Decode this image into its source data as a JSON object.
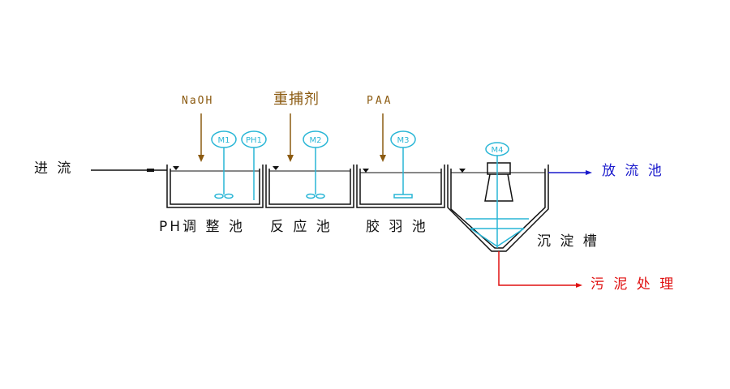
{
  "colors": {
    "structure": "#111111",
    "equipment": "#29b6d6",
    "dosing": "#8b5a10",
    "outflow": "#1a1acc",
    "sludge": "#e01010"
  },
  "inflow": {
    "label": "进 流"
  },
  "outflow": {
    "label": "放 流 池"
  },
  "sludge": {
    "label": "污 泥 处 理"
  },
  "chemicals": [
    {
      "label": "NaOH"
    },
    {
      "label": "重捕剂"
    },
    {
      "label": "PAA"
    }
  ],
  "tanks": [
    {
      "label": "PH调 整 池"
    },
    {
      "label": "反 应 池"
    },
    {
      "label": "胶 羽 池"
    },
    {
      "label": "沉 淀 槽"
    }
  ],
  "motors": [
    {
      "label": "M1"
    },
    {
      "label": "PH1"
    },
    {
      "label": "M2"
    },
    {
      "label": "M3"
    },
    {
      "label": "M4"
    }
  ]
}
